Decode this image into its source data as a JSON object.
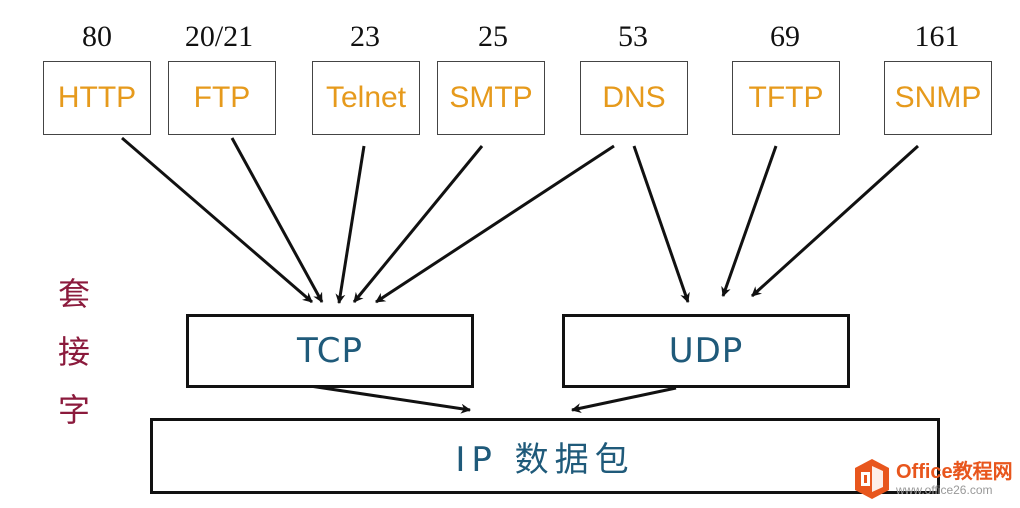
{
  "protocols": [
    {
      "name": "HTTP",
      "port": "80"
    },
    {
      "name": "FTP",
      "port": "20/21"
    },
    {
      "name": "Telnet",
      "port": "23"
    },
    {
      "name": "SMTP",
      "port": "25"
    },
    {
      "name": "DNS",
      "port": "53"
    },
    {
      "name": "TFTP",
      "port": "69"
    },
    {
      "name": "SNMP",
      "port": "161"
    }
  ],
  "transport": {
    "tcp": "TCP",
    "udp": "UDP"
  },
  "network": {
    "ip": "IP 数据包"
  },
  "socket_label": [
    "套",
    "接",
    "字"
  ],
  "connections": [
    {
      "from": "HTTP",
      "to": "TCP"
    },
    {
      "from": "FTP",
      "to": "TCP"
    },
    {
      "from": "Telnet",
      "to": "TCP"
    },
    {
      "from": "SMTP",
      "to": "TCP"
    },
    {
      "from": "DNS",
      "to": "TCP"
    },
    {
      "from": "DNS",
      "to": "UDP"
    },
    {
      "from": "TFTP",
      "to": "UDP"
    },
    {
      "from": "SNMP",
      "to": "UDP"
    },
    {
      "from": "TCP",
      "to": "IP"
    },
    {
      "from": "UDP",
      "to": "IP"
    }
  ],
  "colors": {
    "protocol_text": "#e69a1c",
    "layer_text": "#1f5a7a",
    "socket_text": "#8b1a3c",
    "arrow": "#111111"
  },
  "watermark": {
    "brand": "Office教程网",
    "url": "www.office26.com"
  }
}
